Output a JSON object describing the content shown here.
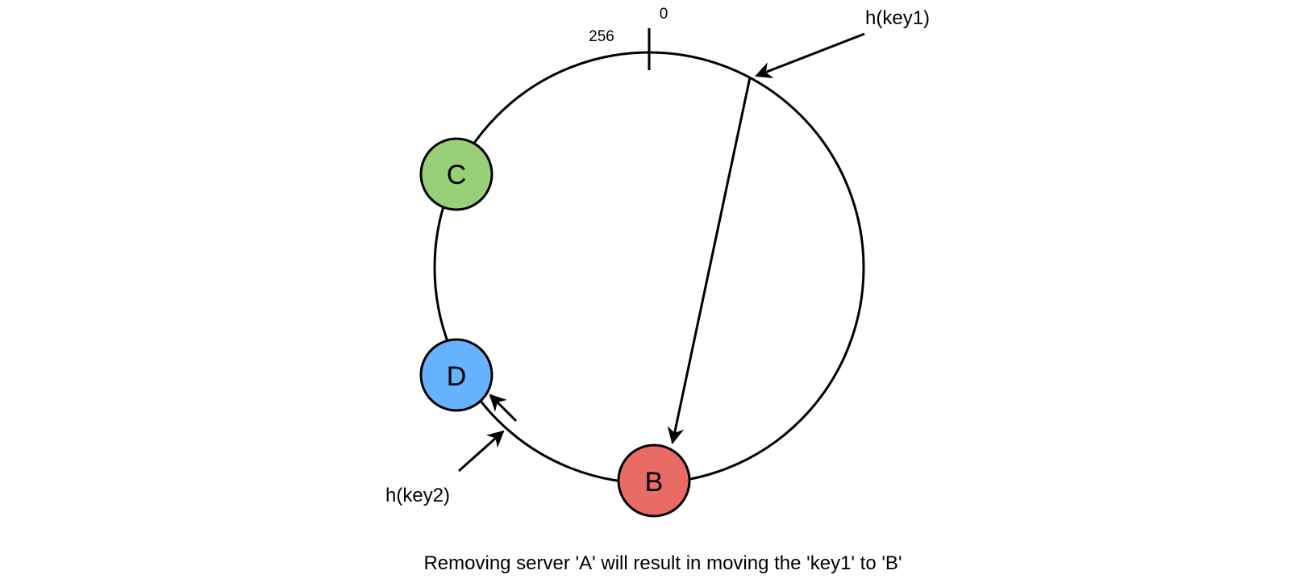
{
  "ring": {
    "start_label": "0",
    "end_label": "256"
  },
  "servers": [
    {
      "id": "C",
      "label": "C",
      "fill": "#97d077"
    },
    {
      "id": "D",
      "label": "D",
      "fill": "#66b2ff"
    },
    {
      "id": "B",
      "label": "B",
      "fill": "#ea6b66"
    }
  ],
  "keys": [
    {
      "id": "key1",
      "label": "h(key1)"
    },
    {
      "id": "key2",
      "label": "h(key2)"
    }
  ],
  "caption": "Removing server 'A' will result in moving the 'key1' to 'B'",
  "colors": {
    "stroke": "#000000",
    "background": "#ffffff"
  }
}
